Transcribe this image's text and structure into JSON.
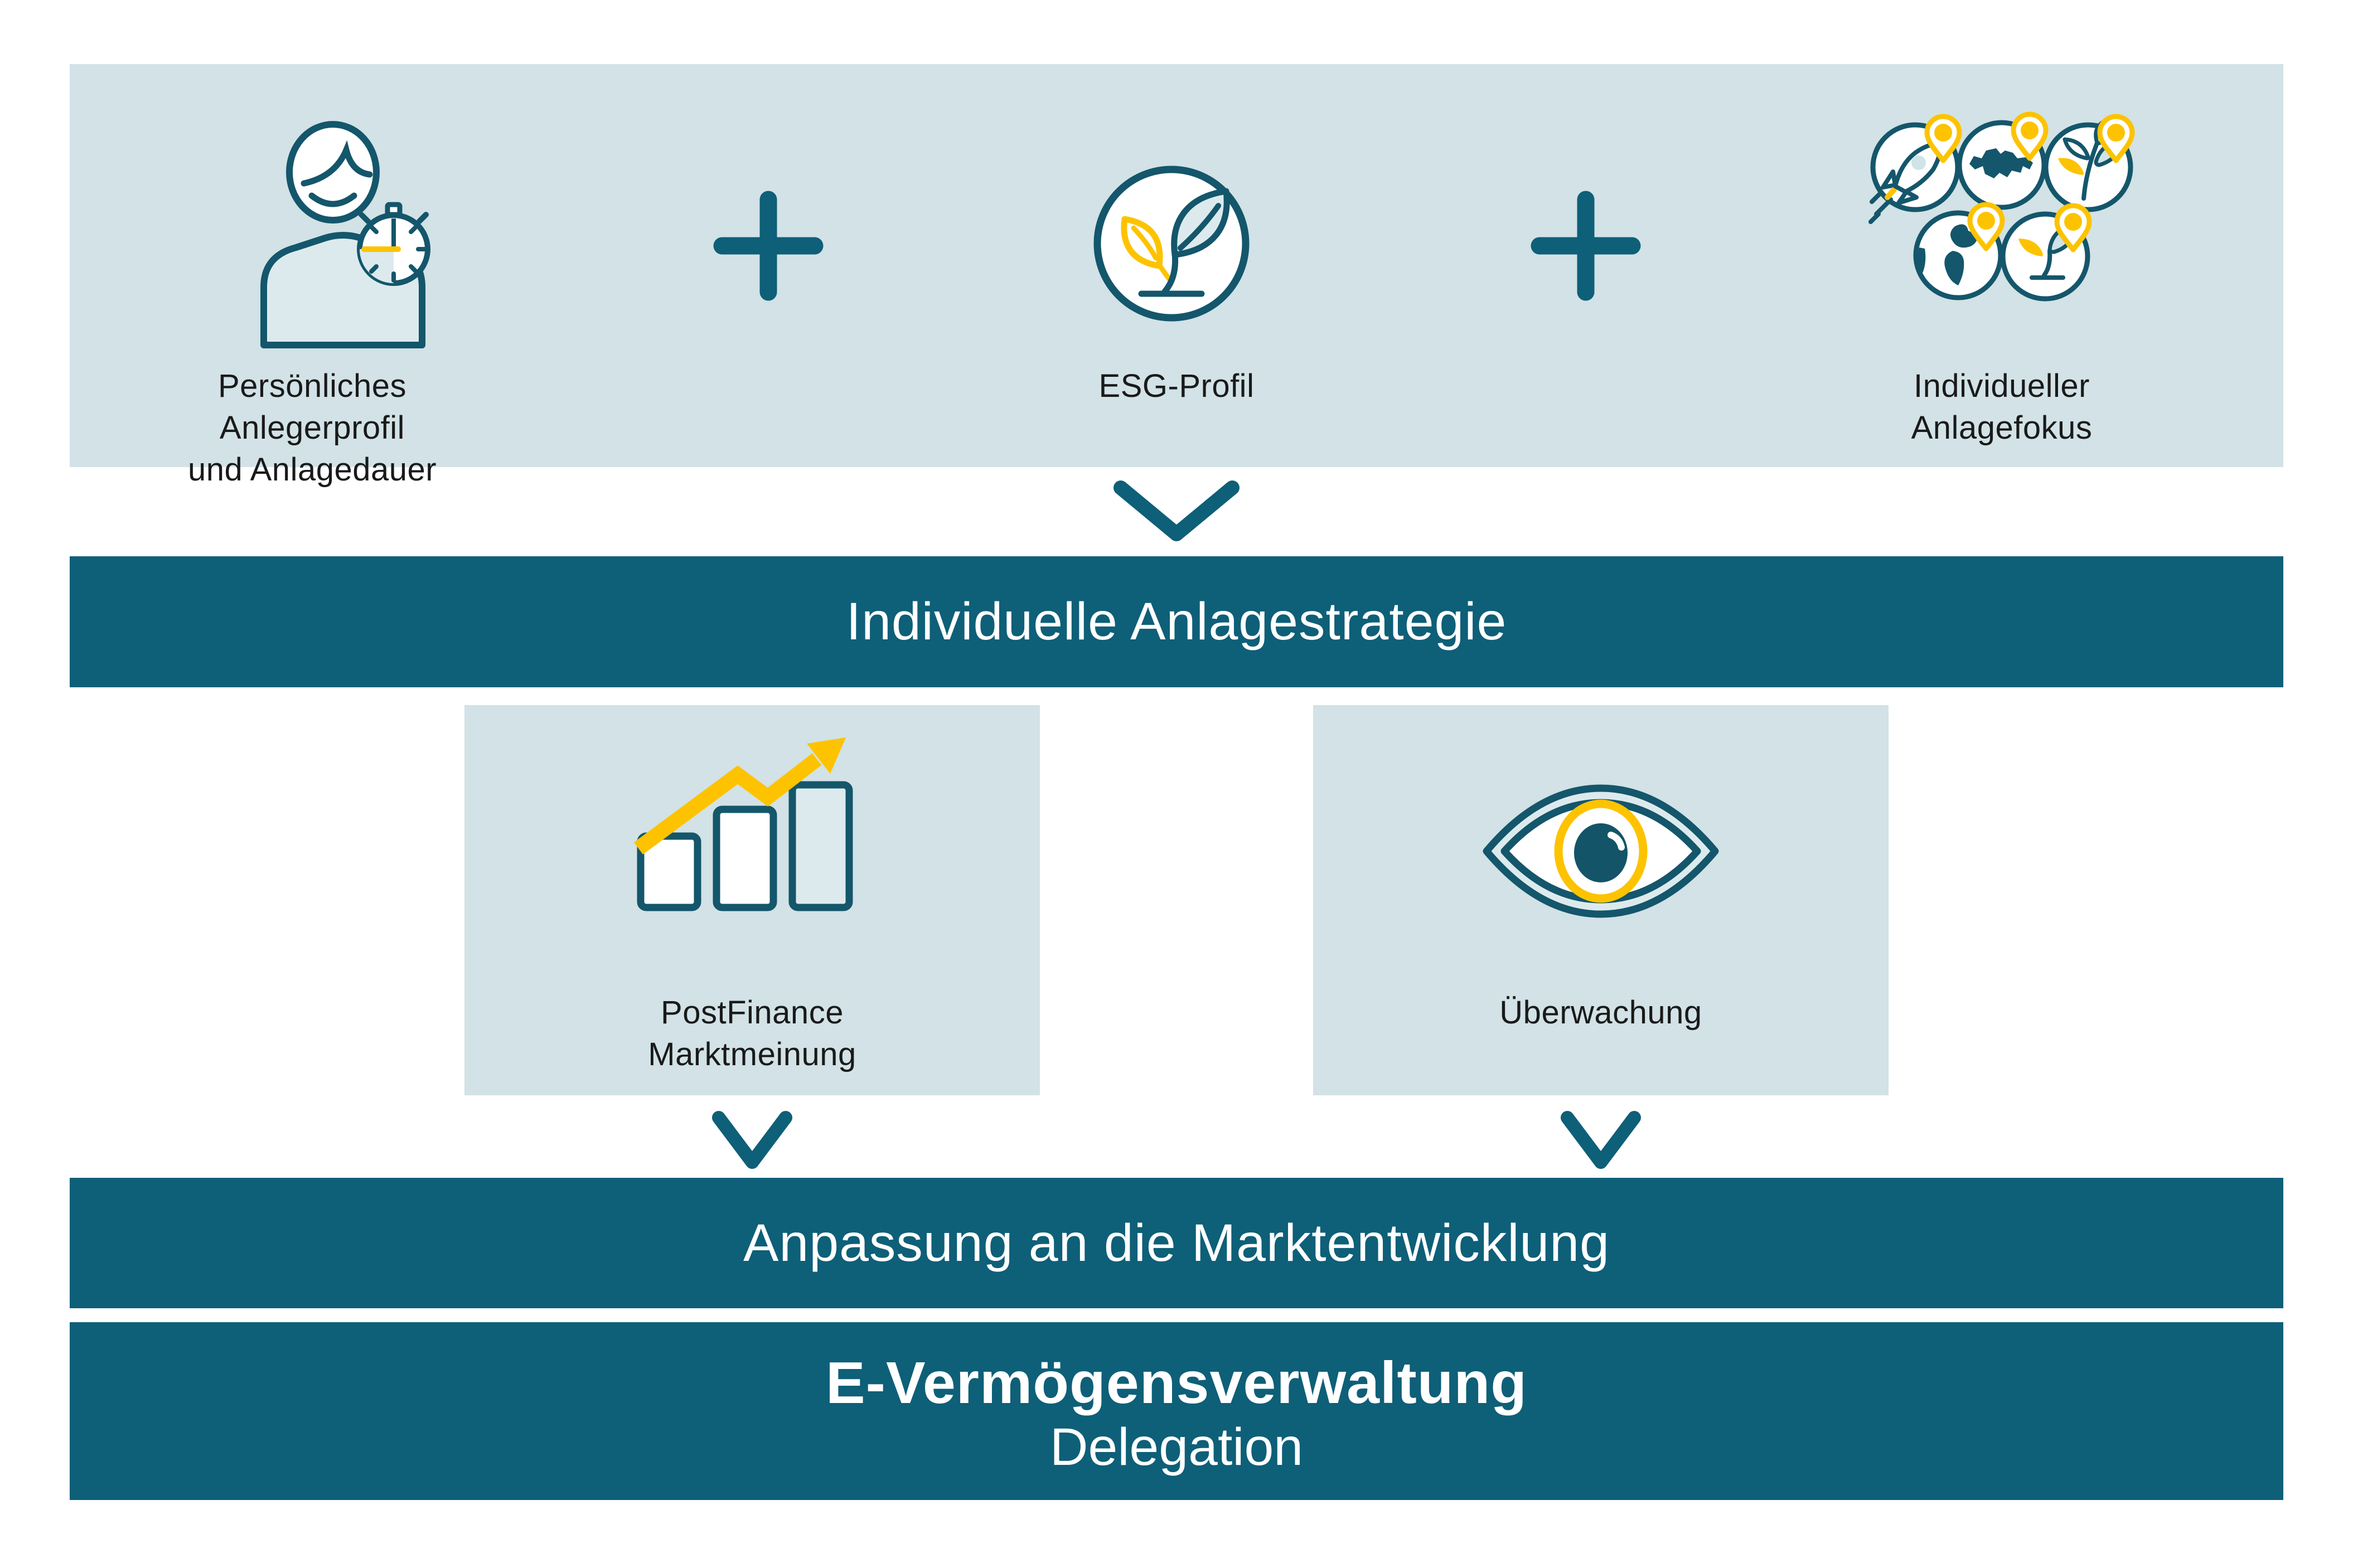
{
  "colors": {
    "petrol_band": "#0E5F78",
    "icon_stroke": "#14566B",
    "yellow": "#FDC300",
    "light_panel": "#D2E2E6",
    "icon_fill_light": "#DCEAED",
    "pupil": "#135468",
    "text_dark": "#1A1A1A",
    "white": "#FFFFFF"
  },
  "top_band": {
    "plus_separator": "+",
    "items": [
      {
        "icon": "person-with-stopwatch-icon",
        "label_line1": "Persönliches Anlegerprofil",
        "label_line2": "und Anlagedauer"
      },
      {
        "icon": "esg-plant-icon",
        "label_line1": "ESG-Profil",
        "label_line2": ""
      },
      {
        "icon": "investment-focus-icon-cluster",
        "label_line1": "Individueller",
        "label_line2": "Anlagefokus"
      }
    ]
  },
  "strategy_band": {
    "label": "Individuelle Anlagestrategie"
  },
  "middle_boxes": [
    {
      "icon": "bar-chart-trend-icon",
      "label_line1": "PostFinance",
      "label_line2": "Marktmeinung"
    },
    {
      "icon": "eye-icon",
      "label_line1": "Überwachung",
      "label_line2": ""
    }
  ],
  "adjustment_band": {
    "label": "Anpassung an die Marktentwicklung"
  },
  "product_band": {
    "title": "E-Vermögensverwaltung",
    "subtitle": "Delegation"
  }
}
